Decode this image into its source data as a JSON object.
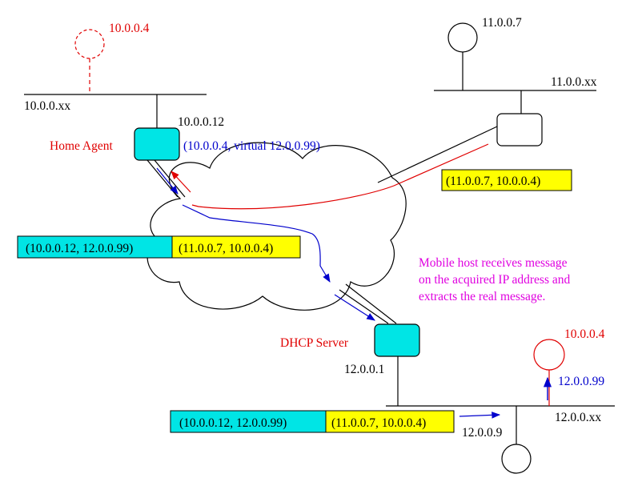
{
  "colors": {
    "cyan": "#00e5e5",
    "yellow": "#ffff00",
    "red": "#e00000",
    "blue": "#0000cc",
    "magenta": "#e000e0"
  },
  "home_network": {
    "subnet": "10.0.0.xx",
    "ghost_host": "10.0.0.4",
    "agent_ip": "10.0.0.12",
    "agent_label": "Home Agent",
    "agent_binding": "(10.0.0.4,  virtual 12.0.0.99)"
  },
  "source_network": {
    "host": "11.0.0.7",
    "subnet": "11.0.0.xx",
    "packet": "(11.0.0.7, 10.0.0.4)"
  },
  "tunnel_packet_top": {
    "outer": "(10.0.0.12, 12.0.0.99)",
    "inner": "(11.0.0.7, 10.0.0.4)"
  },
  "note": {
    "lines": [
      "Mobile host receives message",
      "on the acquired IP address and",
      "extracts the real message."
    ]
  },
  "foreign_network": {
    "dhcp_label": "DHCP Server",
    "dhcp_ip": "12.0.0.1",
    "subnet": "12.0.0.xx",
    "mobile_home_addr": "10.0.0.4",
    "mobile_acquired_addr": "12.0.0.99",
    "host_ip": "12.0.0.9"
  },
  "tunnel_packet_bottom": {
    "outer": "(10.0.0.12, 12.0.0.99)",
    "inner": "(11.0.0.7, 10.0.0.4)"
  }
}
